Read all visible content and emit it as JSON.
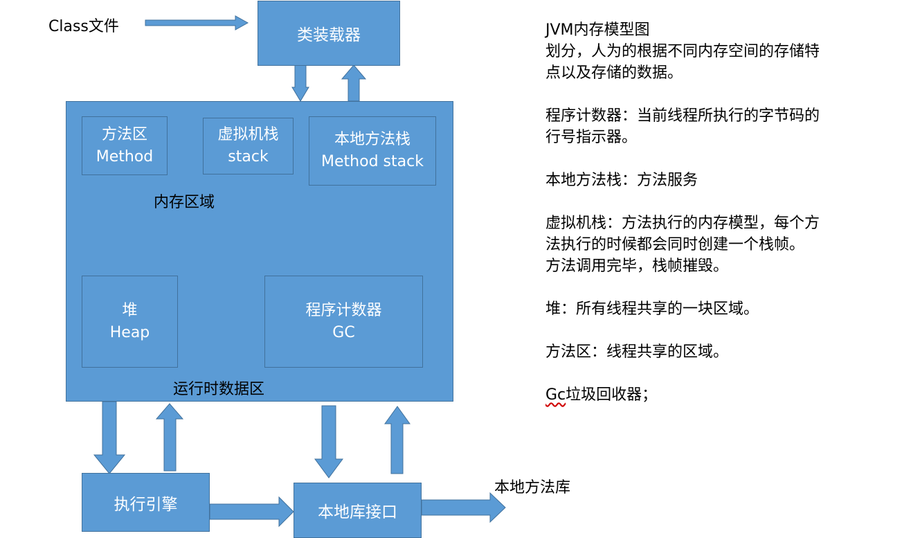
{
  "diagram": {
    "class_file_label": "Class文件",
    "class_loader_label": "类装载器",
    "memory_area_label": "内存区域",
    "runtime_data_area_label": "运行时数据区",
    "method_area": {
      "line1": "方法区",
      "line2": "Method"
    },
    "vm_stack": {
      "line1": "虚拟机栈",
      "line2": "stack"
    },
    "native_method_stack": {
      "line1": "本地方法栈",
      "line2": "Method stack"
    },
    "heap": {
      "line1": "堆",
      "line2": "Heap"
    },
    "program_counter": {
      "line1": "程序计数器",
      "line2": "GC"
    },
    "execution_engine_label": "执行引擎",
    "native_interface_label": "本地库接口",
    "native_library_label": "本地方法库",
    "colors": {
      "fill": "#5b9bd5",
      "border": "#41719c",
      "text": "#ffffff"
    }
  },
  "notes": {
    "title": "JVM内存模型图",
    "intro_line1": "划分，人为的根据不同内存空间的存储特",
    "intro_line2": "点以及存储的数据。",
    "pc_line1": "程序计数器：当前线程所执行的字节码的",
    "pc_line2": "行号指示器。",
    "native_stack": "本地方法栈：方法服务",
    "vm_stack_line1": "虚拟机栈：方法执行的内存模型，每个方",
    "vm_stack_line2": "法执行的时候都会同时创建一个栈帧。",
    "vm_stack_line3": "方法调用完毕，栈帧摧毁。",
    "heap": "堆：所有线程共享的一块区域。",
    "method_area": "方法区：线程共享的区域。",
    "gc_prefix": "Gc",
    "gc_rest": "垃圾回收器；"
  }
}
